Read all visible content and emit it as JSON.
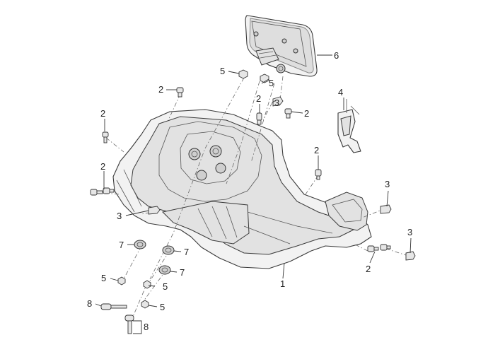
{
  "callouts": [
    {
      "id": "c1",
      "text": "1"
    },
    {
      "id": "c2a",
      "text": "2"
    },
    {
      "id": "c2b",
      "text": "2"
    },
    {
      "id": "c2c",
      "text": "2"
    },
    {
      "id": "c2d",
      "text": "2"
    },
    {
      "id": "c2e",
      "text": "2"
    },
    {
      "id": "c2f",
      "text": "2"
    },
    {
      "id": "c2g",
      "text": "2"
    },
    {
      "id": "c3a",
      "text": "3"
    },
    {
      "id": "c3b",
      "text": "3"
    },
    {
      "id": "c3c",
      "text": "3"
    },
    {
      "id": "c3d",
      "text": "3"
    },
    {
      "id": "c4",
      "text": "4"
    },
    {
      "id": "c5a",
      "text": "5"
    },
    {
      "id": "c5b",
      "text": "5"
    },
    {
      "id": "c5c",
      "text": "5"
    },
    {
      "id": "c5d",
      "text": "5"
    },
    {
      "id": "c5e",
      "text": "5"
    },
    {
      "id": "c6",
      "text": "6"
    },
    {
      "id": "c7a",
      "text": "7"
    },
    {
      "id": "c7b",
      "text": "7"
    },
    {
      "id": "c7c",
      "text": "7"
    },
    {
      "id": "c8a",
      "text": "8"
    },
    {
      "id": "c8b",
      "text": "8"
    }
  ]
}
